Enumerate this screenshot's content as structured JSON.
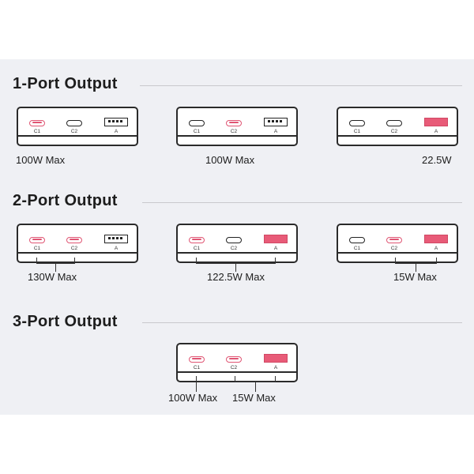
{
  "sections": [
    {
      "title": "1-Port Output",
      "devices": [
        {
          "active": [
            "C1"
          ],
          "power_label": "100W Max"
        },
        {
          "active": [
            "C2"
          ],
          "power_label": "100W Max"
        },
        {
          "active": [
            "A"
          ],
          "power_label": "22.5W"
        }
      ]
    },
    {
      "title": "2-Port Output",
      "devices": [
        {
          "active": [
            "C1",
            "C2"
          ],
          "power_label": "130W Max"
        },
        {
          "active": [
            "C1",
            "A"
          ],
          "power_label": "122.5W Max"
        },
        {
          "active": [
            "C2",
            "A"
          ],
          "power_label": "15W Max"
        }
      ]
    },
    {
      "title": "3-Port Output",
      "devices": [
        {
          "active": [
            "C1",
            "C2",
            "A"
          ],
          "power_labels": [
            "100W Max",
            "15W Max"
          ]
        }
      ]
    }
  ],
  "ports": [
    "C1",
    "C2",
    "A"
  ],
  "colors": {
    "active_port": "#e05573",
    "active_usb_a": "#e85b78",
    "panel_bg": "#eff0f4",
    "outline": "#2a2a2a"
  }
}
